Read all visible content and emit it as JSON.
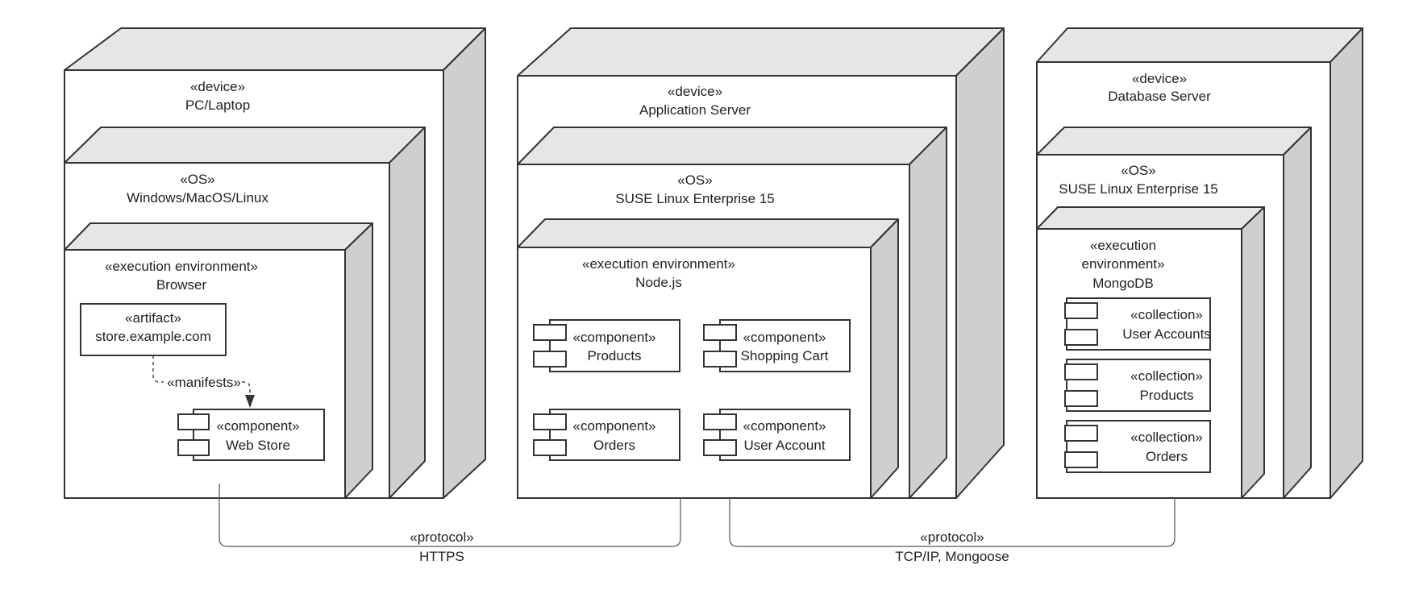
{
  "diagram": {
    "nodes": [
      {
        "device": {
          "stereotype": "«device»",
          "name": "PC/Laptop"
        },
        "os": {
          "stereotype": "«OS»",
          "name": "Windows/MacOS/Linux"
        },
        "env": {
          "stereotype": "«execution environment»",
          "name": "Browser"
        },
        "artifact": {
          "stereotype": "«artifact»",
          "name": "store.example.com"
        },
        "manifests_label": "«manifests»",
        "components": [
          {
            "stereotype": "«component»",
            "name": "Web Store"
          }
        ]
      },
      {
        "device": {
          "stereotype": "«device»",
          "name": "Application Server"
        },
        "os": {
          "stereotype": "«OS»",
          "name": "SUSE Linux Enterprise 15"
        },
        "env": {
          "stereotype": "«execution environment»",
          "name": "Node.js"
        },
        "components": [
          {
            "stereotype": "«component»",
            "name": "Products"
          },
          {
            "stereotype": "«component»",
            "name": "Shopping Cart"
          },
          {
            "stereotype": "«component»",
            "name": "Orders"
          },
          {
            "stereotype": "«component»",
            "name": "User Account"
          }
        ]
      },
      {
        "device": {
          "stereotype": "«device»",
          "name": "Database Server"
        },
        "os": {
          "stereotype": "«OS»",
          "name": "SUSE Linux Enterprise 15"
        },
        "env": {
          "stereotype_line1": "«execution",
          "stereotype_line2": "environment»",
          "name": "MongoDB"
        },
        "collections": [
          {
            "stereotype": "«collection»",
            "name": "User Accounts"
          },
          {
            "stereotype": "«collection»",
            "name": "Products"
          },
          {
            "stereotype": "«collection»",
            "name": "Orders"
          }
        ]
      }
    ],
    "connections": [
      {
        "stereotype": "«protocol»",
        "name": "HTTPS"
      },
      {
        "stereotype": "«protocol»",
        "name": "TCP/IP, Mongoose"
      }
    ],
    "colors": {
      "top_face": "#e6e6e6",
      "side_face": "#cfcfcf",
      "outline": "#333333"
    }
  }
}
